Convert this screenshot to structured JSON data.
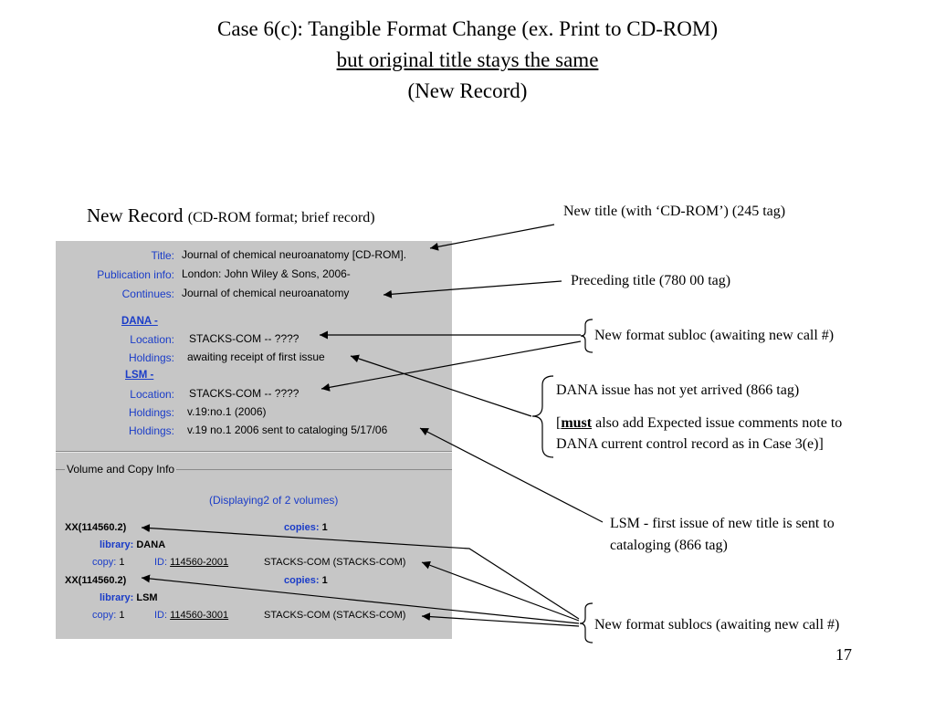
{
  "slide": {
    "title_line1": "Case 6(c):  Tangible Format Change (ex. Print to CD-ROM)",
    "title_line2": "but original title stays the same",
    "title_line3": "(New Record)",
    "page_number": "17"
  },
  "record_heading": {
    "main": "New Record ",
    "sub": "(CD-ROM format; brief record)"
  },
  "record": {
    "title_label": "Title:",
    "title_value": "Journal of chemical neuroanatomy [CD-ROM].",
    "pubinfo_label": "Publication info:",
    "pubinfo_value": "London: John Wiley & Sons, 2006-",
    "continues_label": "Continues:",
    "continues_value": "Journal of chemical neuroanatomy",
    "dana_header": "DANA -",
    "dana_location_label": "Location:",
    "dana_location_value": "STACKS-COM -- ????",
    "dana_holdings_label": "Holdings:",
    "dana_holdings_value": "awaiting receipt of first issue",
    "lsm_header": "LSM -",
    "lsm_location_label": "Location:",
    "lsm_location_value": "STACKS-COM -- ????",
    "lsm_holdings1_label": "Holdings:",
    "lsm_holdings1_value": "v.19:no.1 (2006)",
    "lsm_holdings2_label": "Holdings:",
    "lsm_holdings2_value": "v.19 no.1 2006 sent to cataloging 5/17/06"
  },
  "volume_info": {
    "section_label": "Volume and Copy Info",
    "displaying": "(Displaying2 of 2 volumes)",
    "items": [
      {
        "call": "XX(114560.2)",
        "copies_label": "copies:",
        "copies_value": "1",
        "library_label": "library:",
        "library_value": "DANA",
        "copy_label": "copy:",
        "copy_value": "1",
        "id_label": "ID:",
        "id_value": "114560-2001",
        "location": "STACKS-COM (STACKS-COM)"
      },
      {
        "call": "XX(114560.2)",
        "copies_label": "copies:",
        "copies_value": "1",
        "library_label": "library:",
        "library_value": "LSM",
        "copy_label": "copy:",
        "copy_value": "1",
        "id_label": "ID:",
        "id_value": "114560-3001",
        "location": "STACKS-COM (STACKS-COM)"
      }
    ]
  },
  "annotations": {
    "new_title": "New title (with ‘CD-ROM’) (245 tag)",
    "preceding_title": "Preceding  title (780 00  tag)",
    "new_format_subloc": "New format subloc (awaiting new call #)",
    "dana_issue": "DANA issue has not yet arrived (866 tag)",
    "must_prefix": "[",
    "must_word": "must",
    "must_rest": " also add Expected issue comments note to",
    "must_line2": "DANA current control record as in Case 3(e)]",
    "lsm_line1": "LSM  - first issue of new title is sent to",
    "lsm_line2": "cataloging (866 tag)",
    "new_format_sublocs": "New format sublocs (awaiting new call #)"
  }
}
